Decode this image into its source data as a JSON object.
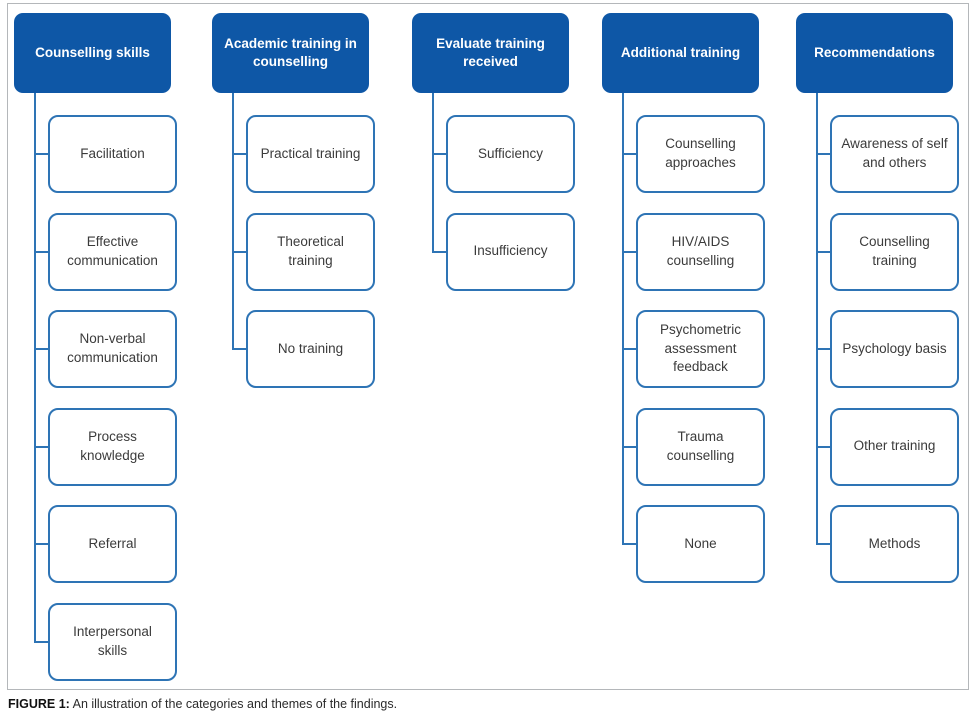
{
  "figure": {
    "caption_label": "FIGURE 1:",
    "caption_text": "An illustration of the categories and themes of the findings."
  },
  "colors": {
    "header_fill": "#0e57a6",
    "connector": "#2e74b5",
    "child_text": "#3b3b3b",
    "frame_border": "#b4b7ba"
  },
  "columns": [
    {
      "title": "Counselling skills",
      "items": [
        "Facilitation",
        "Effective communication",
        "Non-verbal communication",
        "Process knowledge",
        "Referral",
        "Interpersonal skills"
      ]
    },
    {
      "title": "Academic training in counselling",
      "items": [
        "Practical training",
        "Theoretical training",
        "No training"
      ]
    },
    {
      "title": "Evaluate training received",
      "items": [
        "Sufficiency",
        "Insufficiency"
      ]
    },
    {
      "title": "Additional training",
      "items": [
        "Counselling approaches",
        "HIV/AIDS counselling",
        "Psychometric assessment feedback",
        "Trauma counselling",
        "None"
      ]
    },
    {
      "title": "Recommendations",
      "items": [
        "Awareness of self and others",
        "Counselling training",
        "Psychology basis",
        "Other training",
        "Methods"
      ]
    }
  ]
}
